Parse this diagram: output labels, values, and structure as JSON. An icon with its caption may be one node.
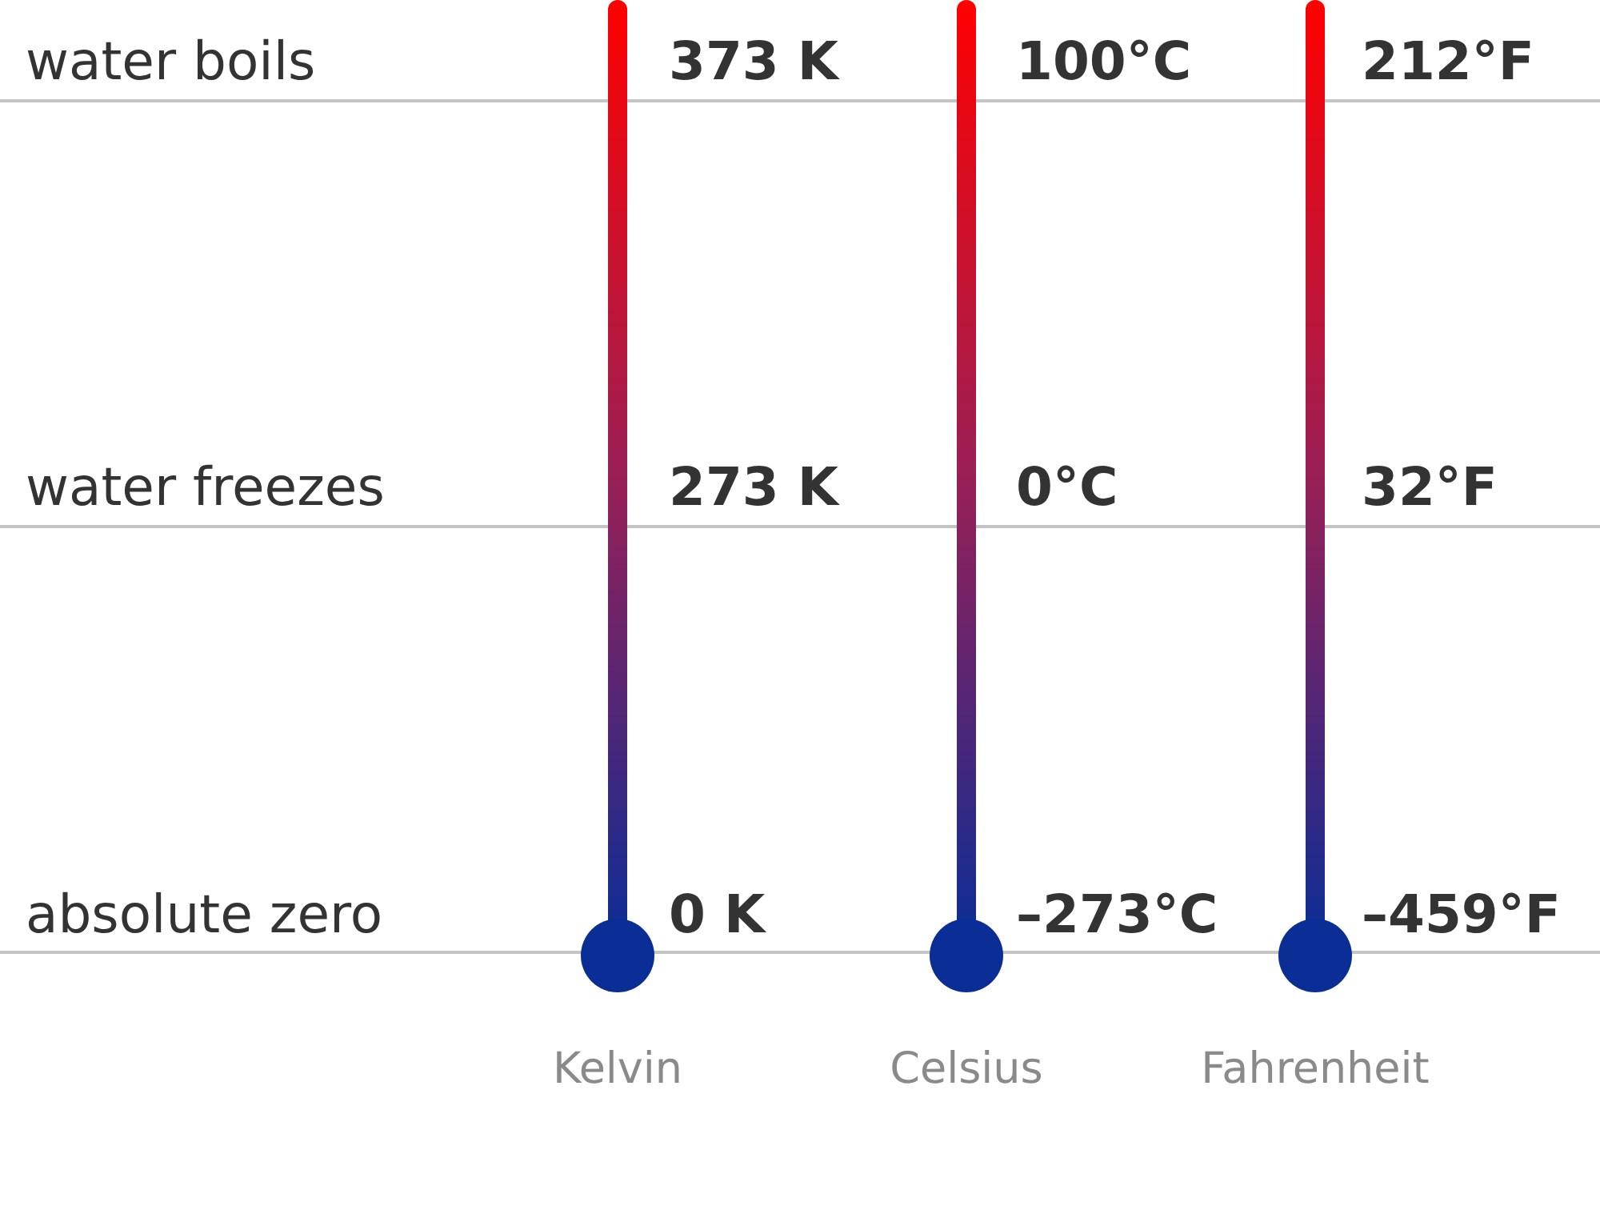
{
  "diagram": {
    "labels": [
      "water boils",
      "373 K",
      "100°C",
      "212°F",
      "water freezes",
      "273 K",
      "0°C",
      "32°F",
      "absolute zero",
      "0 K",
      "–273°C",
      "–459°F",
      "Kelvin",
      "Celsius",
      "Fahrenheit"
    ]
  }
}
